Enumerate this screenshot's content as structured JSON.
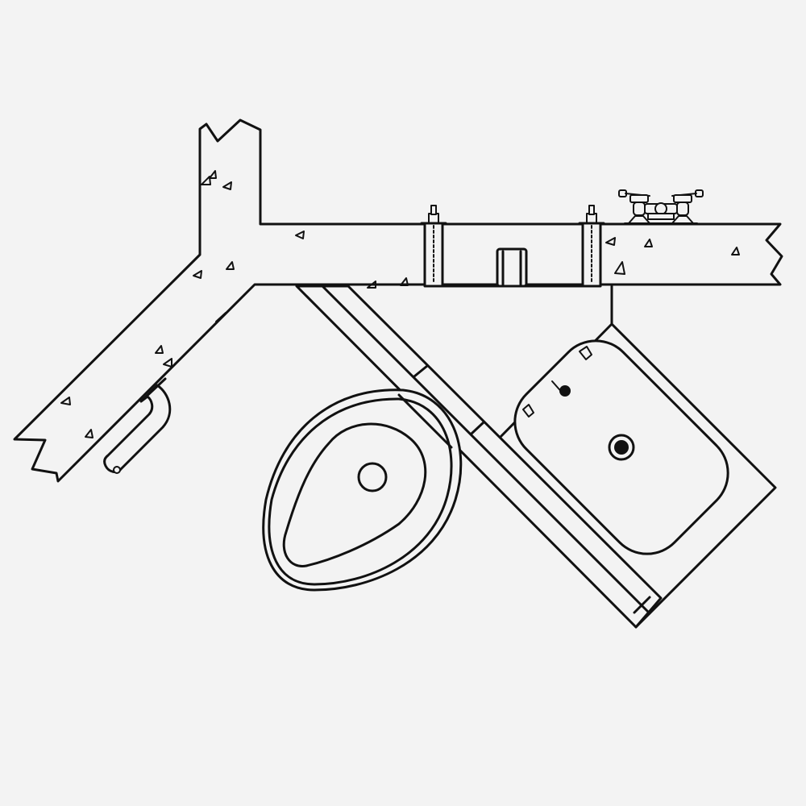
{
  "drawing": {
    "background": "#f3f3f3",
    "stroke": "#111111",
    "fill": "#f3f3f3",
    "components": [
      "concrete-wall-section",
      "anchor-bolt",
      "mounting-bracket",
      "mixing-valve",
      "wall-bracket-bar",
      "oval-basin",
      "rectangular-sink",
      "drain-hole",
      "grab-handle"
    ]
  }
}
